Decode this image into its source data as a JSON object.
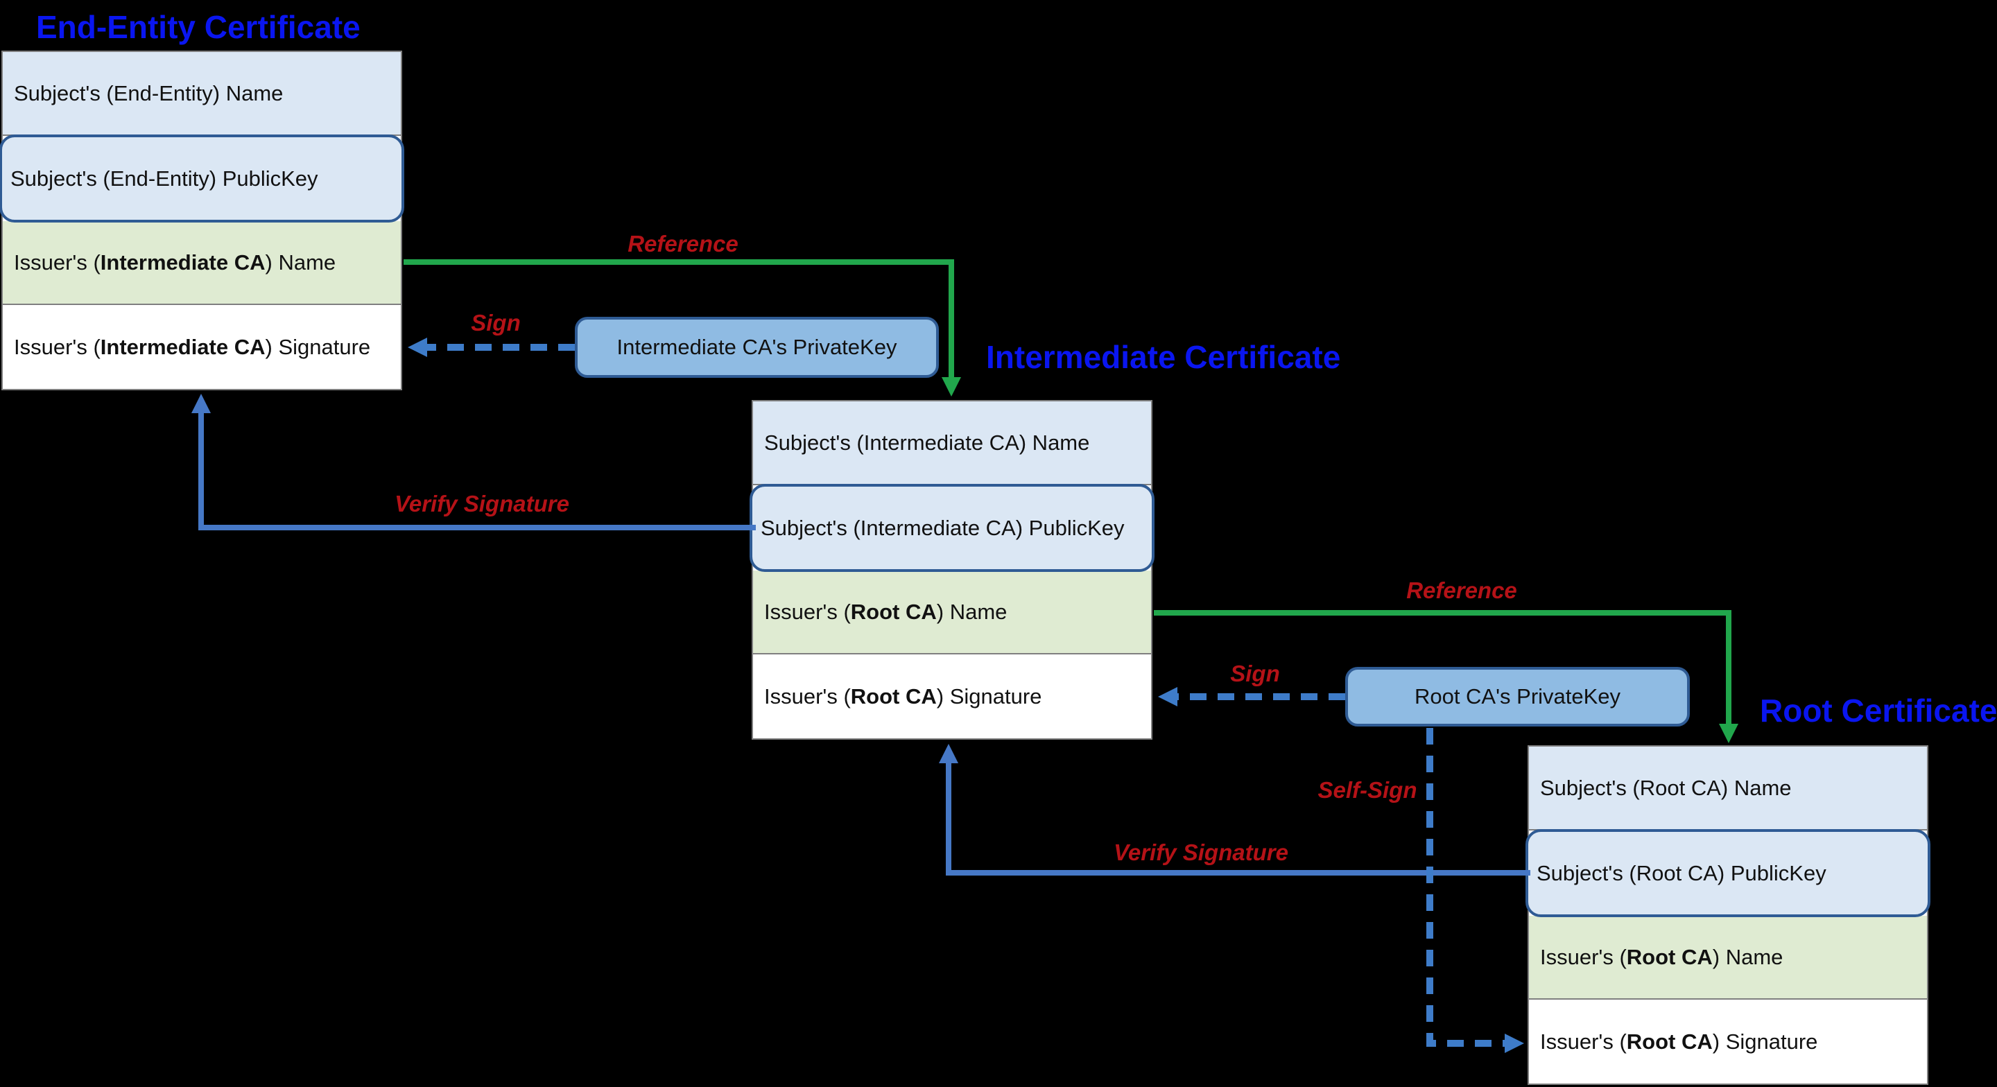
{
  "certs": {
    "end_entity": {
      "title": "End-Entity Certificate",
      "rows": [
        {
          "prefix": "Subject's (End-Entity) Name",
          "bold": "",
          "suffix": ""
        },
        {
          "prefix": "Subject's (End-Entity) PublicKey",
          "bold": "",
          "suffix": ""
        },
        {
          "prefix": "Issuer's (",
          "bold": "Intermediate CA",
          "suffix": ") Name"
        },
        {
          "prefix": "Issuer's (",
          "bold": "Intermediate CA",
          "suffix": ") Signature"
        }
      ]
    },
    "intermediate": {
      "title": "Intermediate Certificate",
      "rows": [
        {
          "prefix": "Subject's (Intermediate CA) Name",
          "bold": "",
          "suffix": ""
        },
        {
          "prefix": "Subject's (Intermediate CA) PublicKey",
          "bold": "",
          "suffix": ""
        },
        {
          "prefix": "Issuer's (",
          "bold": "Root CA",
          "suffix": ") Name"
        },
        {
          "prefix": "Issuer's (",
          "bold": "Root CA",
          "suffix": ") Signature"
        }
      ]
    },
    "root": {
      "title": "Root Certificate",
      "rows": [
        {
          "prefix": "Subject's (Root CA) Name",
          "bold": "",
          "suffix": ""
        },
        {
          "prefix": "Subject's (Root CA) PublicKey",
          "bold": "",
          "suffix": ""
        },
        {
          "prefix": "Issuer's (",
          "bold": "Root CA",
          "suffix": ") Name"
        },
        {
          "prefix": "Issuer's (",
          "bold": "Root CA",
          "suffix": ") Signature"
        }
      ]
    }
  },
  "private_keys": {
    "intermediate": "Intermediate CA's PrivateKey",
    "root": "Root CA's PrivateKey"
  },
  "arrow_labels": {
    "reference1": "Reference",
    "sign1": "Sign",
    "verify1": "Verify Signature",
    "reference2": "Reference",
    "sign2": "Sign",
    "verify2": "Verify Signature",
    "self_sign": "Self-Sign"
  },
  "colors": {
    "title_blue": "#0a16f0",
    "label_red": "#b51217",
    "arrow_green": "#21a74c",
    "arrow_blue_solid": "#4678c6",
    "arrow_blue_dashed": "#3e7cc9",
    "row_light_blue": "#dbe7f4",
    "row_light_green": "#dfebd2",
    "row_white": "#ffffff",
    "row_border_gray": "#7f7f7f",
    "publickey_border_blue": "#2f5b94",
    "privatekey_fill": "#8fbbe3",
    "background": "#000000"
  }
}
